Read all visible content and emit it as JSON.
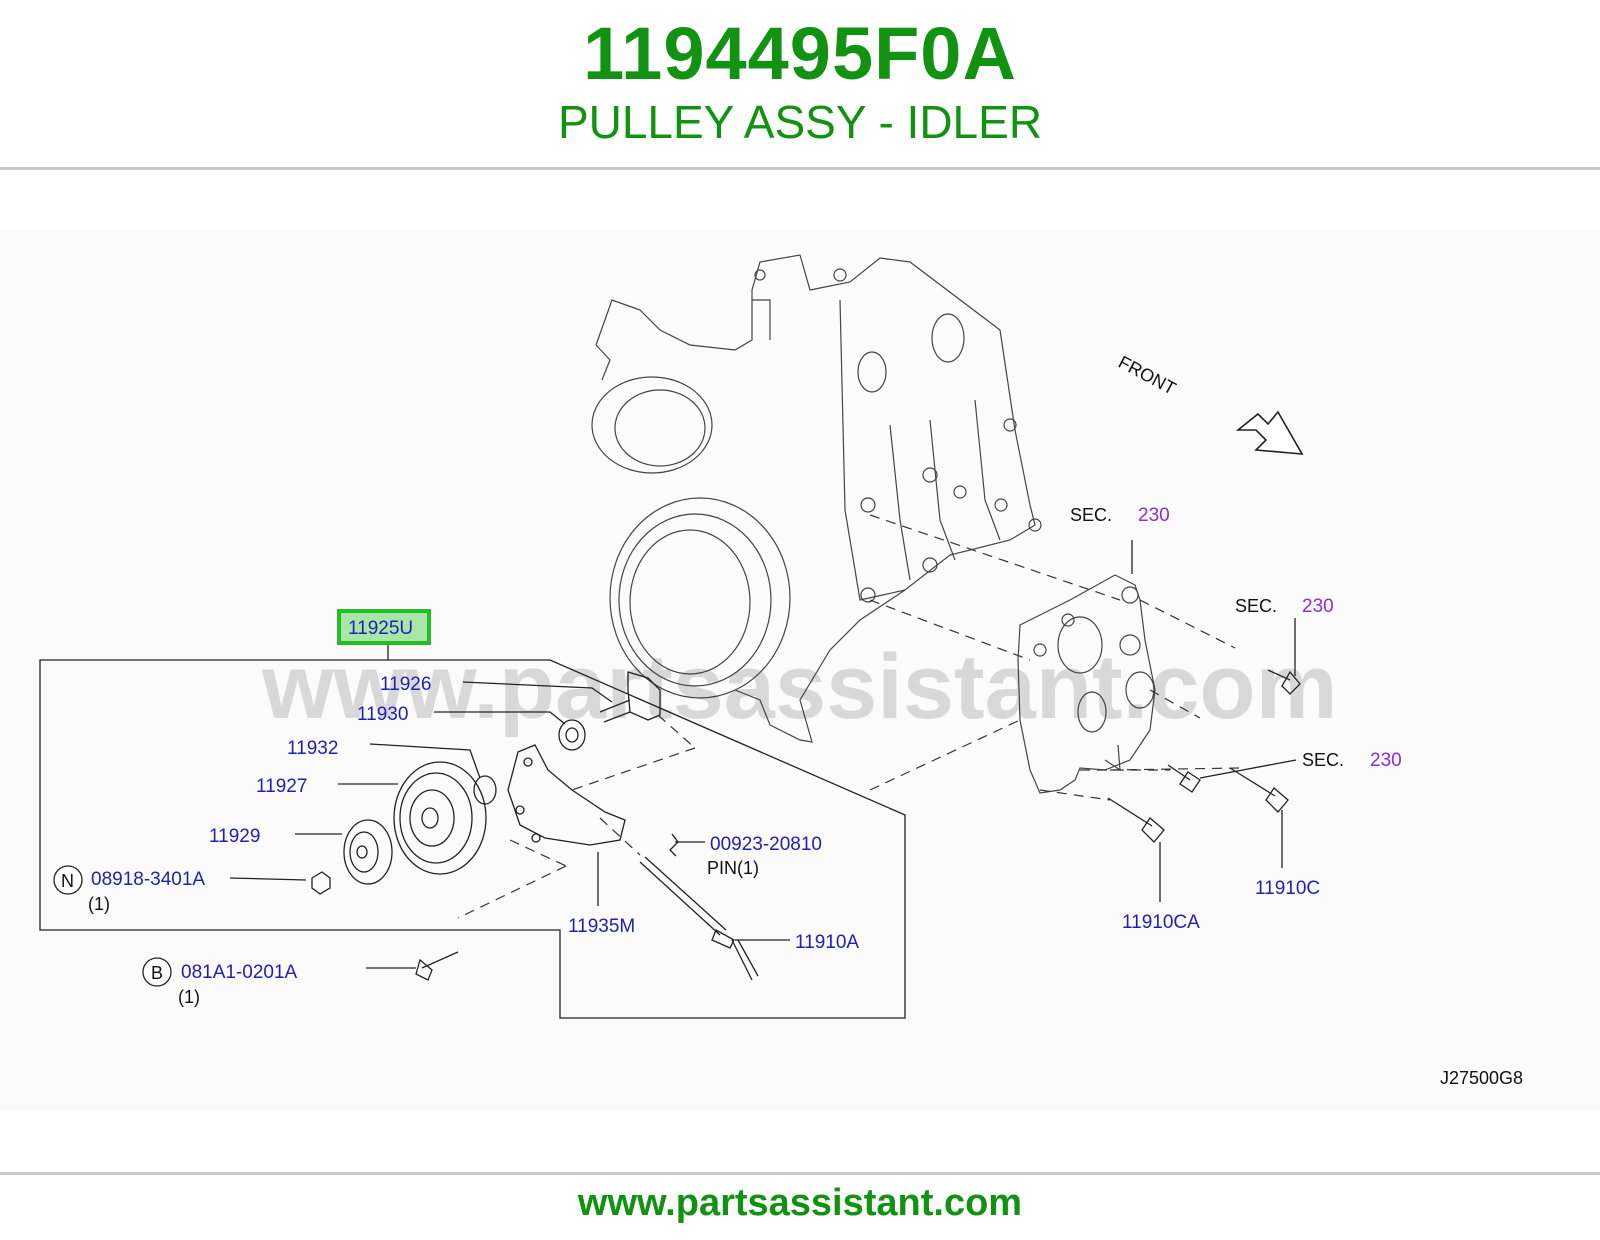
{
  "header": {
    "part_number": "1194495F0A",
    "part_name": "PULLEY ASSY - IDLER"
  },
  "diagram": {
    "watermark": "www.partsassistant.com",
    "front_label": "FRONT",
    "highlighted_part": "11925U",
    "callouts": {
      "p11926": "11926",
      "p11930": "11930",
      "p11932": "11932",
      "p11927": "11927",
      "p11929": "11929",
      "n_code": "08918-3401A",
      "n_qty": "(1)",
      "b_code": "081A1-0201A",
      "b_qty": "(1)",
      "p11935m": "11935M",
      "p11910a": "11910A",
      "p00923": "00923-20810",
      "pin": "PIN(1)",
      "p11910ca": "11910CA",
      "p11910c": "11910C"
    },
    "sec_refs": [
      {
        "label": "SEC.",
        "number": "230"
      },
      {
        "label": "SEC.",
        "number": "230"
      },
      {
        "label": "SEC.",
        "number": "230"
      }
    ],
    "badges": {
      "n": "N",
      "b": "B"
    },
    "drawing_code": "J27500G8"
  },
  "footer": {
    "url": "www.partsassistant.com"
  },
  "colors": {
    "brand_green": "#119311",
    "callout_blue": "#1f1fb6",
    "sec_purple": "#8a2be2",
    "highlight_box": "#22c022"
  }
}
